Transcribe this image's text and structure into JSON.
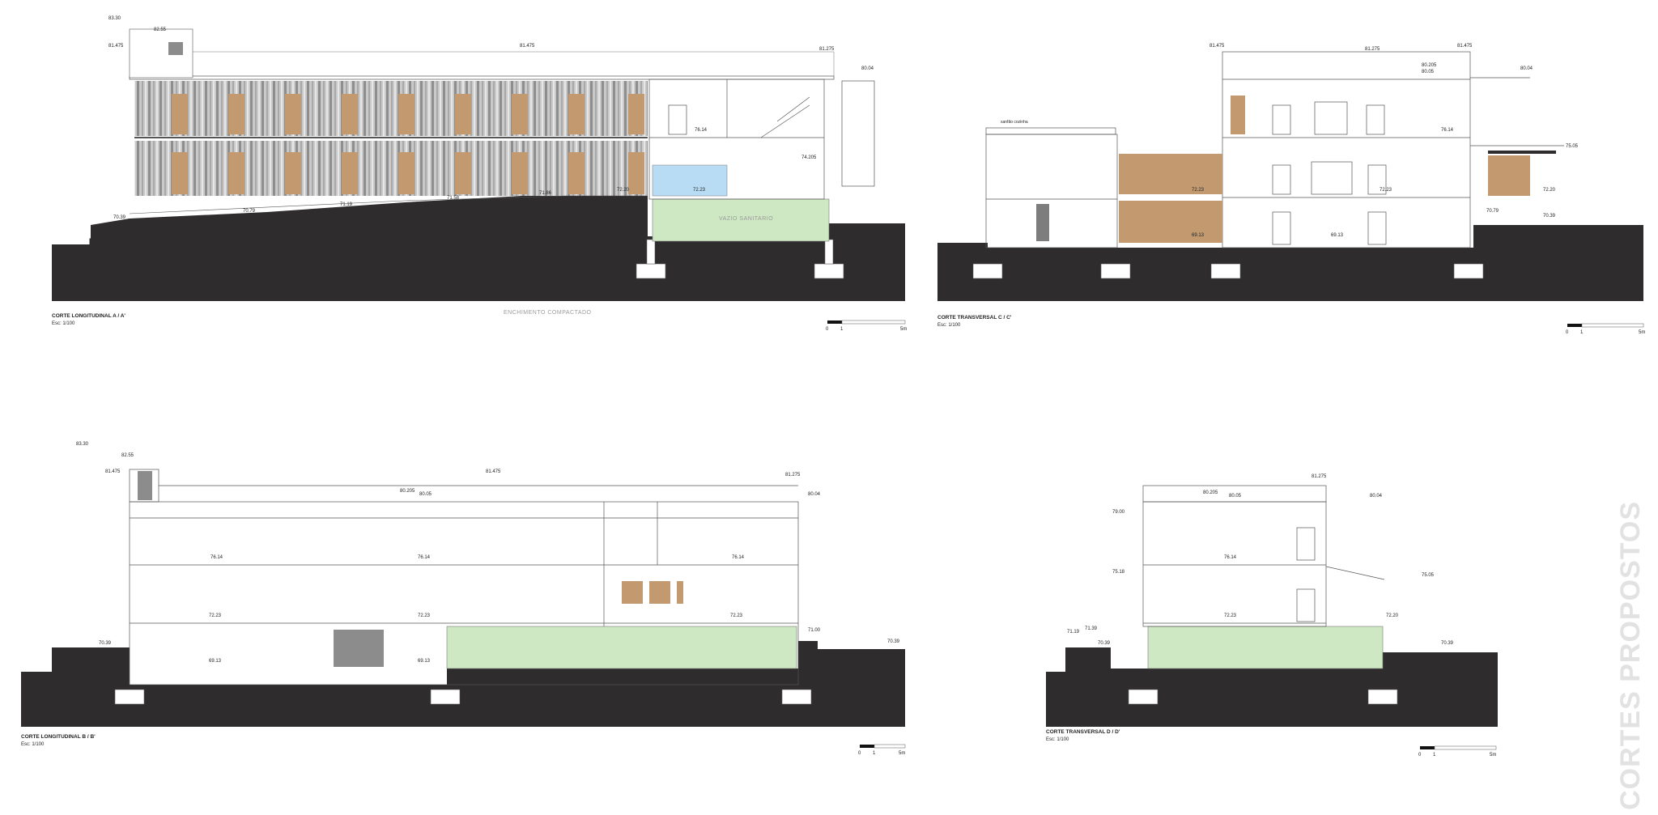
{
  "colors": {
    "ground": "#2e2c2c",
    "wood": "#c39a6f",
    "water": "#b8dcf3",
    "fill_green": "#cfe8c4",
    "gray_panel": "#9a9a9a",
    "line": "#555555"
  },
  "sheet_title": "CORTES PROPOSTOS",
  "note_fill": "ENCHIMENTO COMPACTADO",
  "note_void": "VAZIO SANITARIO",
  "label_small_cover": "sanfão cozinha",
  "sections": {
    "a": {
      "caption": "CORTE LONGITUDINAL A / A'",
      "scale": "Esc: 1/100",
      "levels": [
        "83.30",
        "82.55",
        "81.475",
        "81.475",
        "81.275",
        "80.04",
        "76.14",
        "74.205",
        "72.23",
        "72.20",
        "71.86",
        "71.58",
        "71.19",
        "70.79",
        "70.39"
      ]
    },
    "c": {
      "caption": "CORTE TRANSVERSAL C / C'",
      "scale": "Esc: 1/100",
      "levels": [
        "81.475",
        "81.275",
        "80.205",
        "80.05",
        "81.475",
        "80.04",
        "76.14",
        "75.05",
        "72.23",
        "72.23",
        "72.20",
        "69.13",
        "69.13",
        "70.79",
        "70.39"
      ]
    },
    "b": {
      "caption": "CORTE LONGITUDINAL B / B'",
      "scale": "Esc: 1/100",
      "levels": [
        "83.30",
        "82.55",
        "81.475",
        "81.475",
        "80.205",
        "80.05",
        "81.275",
        "80.04",
        "76.14",
        "76.14",
        "76.14",
        "72.23",
        "72.23",
        "72.23",
        "69.13",
        "69.13",
        "70.39",
        "71.00",
        "70.39"
      ]
    },
    "d": {
      "caption": "CORTE TRANSVERSAL D / D'",
      "scale": "Esc: 1/100",
      "levels": [
        "80.205",
        "80.05",
        "81.275",
        "80.04",
        "79.00",
        "76.14",
        "75.18",
        "75.05",
        "72.23",
        "72.20",
        "71.19",
        "71.39",
        "70.39",
        "70.39"
      ]
    }
  },
  "scale_bar": {
    "zero": "0",
    "one": "1",
    "five": "5m"
  }
}
